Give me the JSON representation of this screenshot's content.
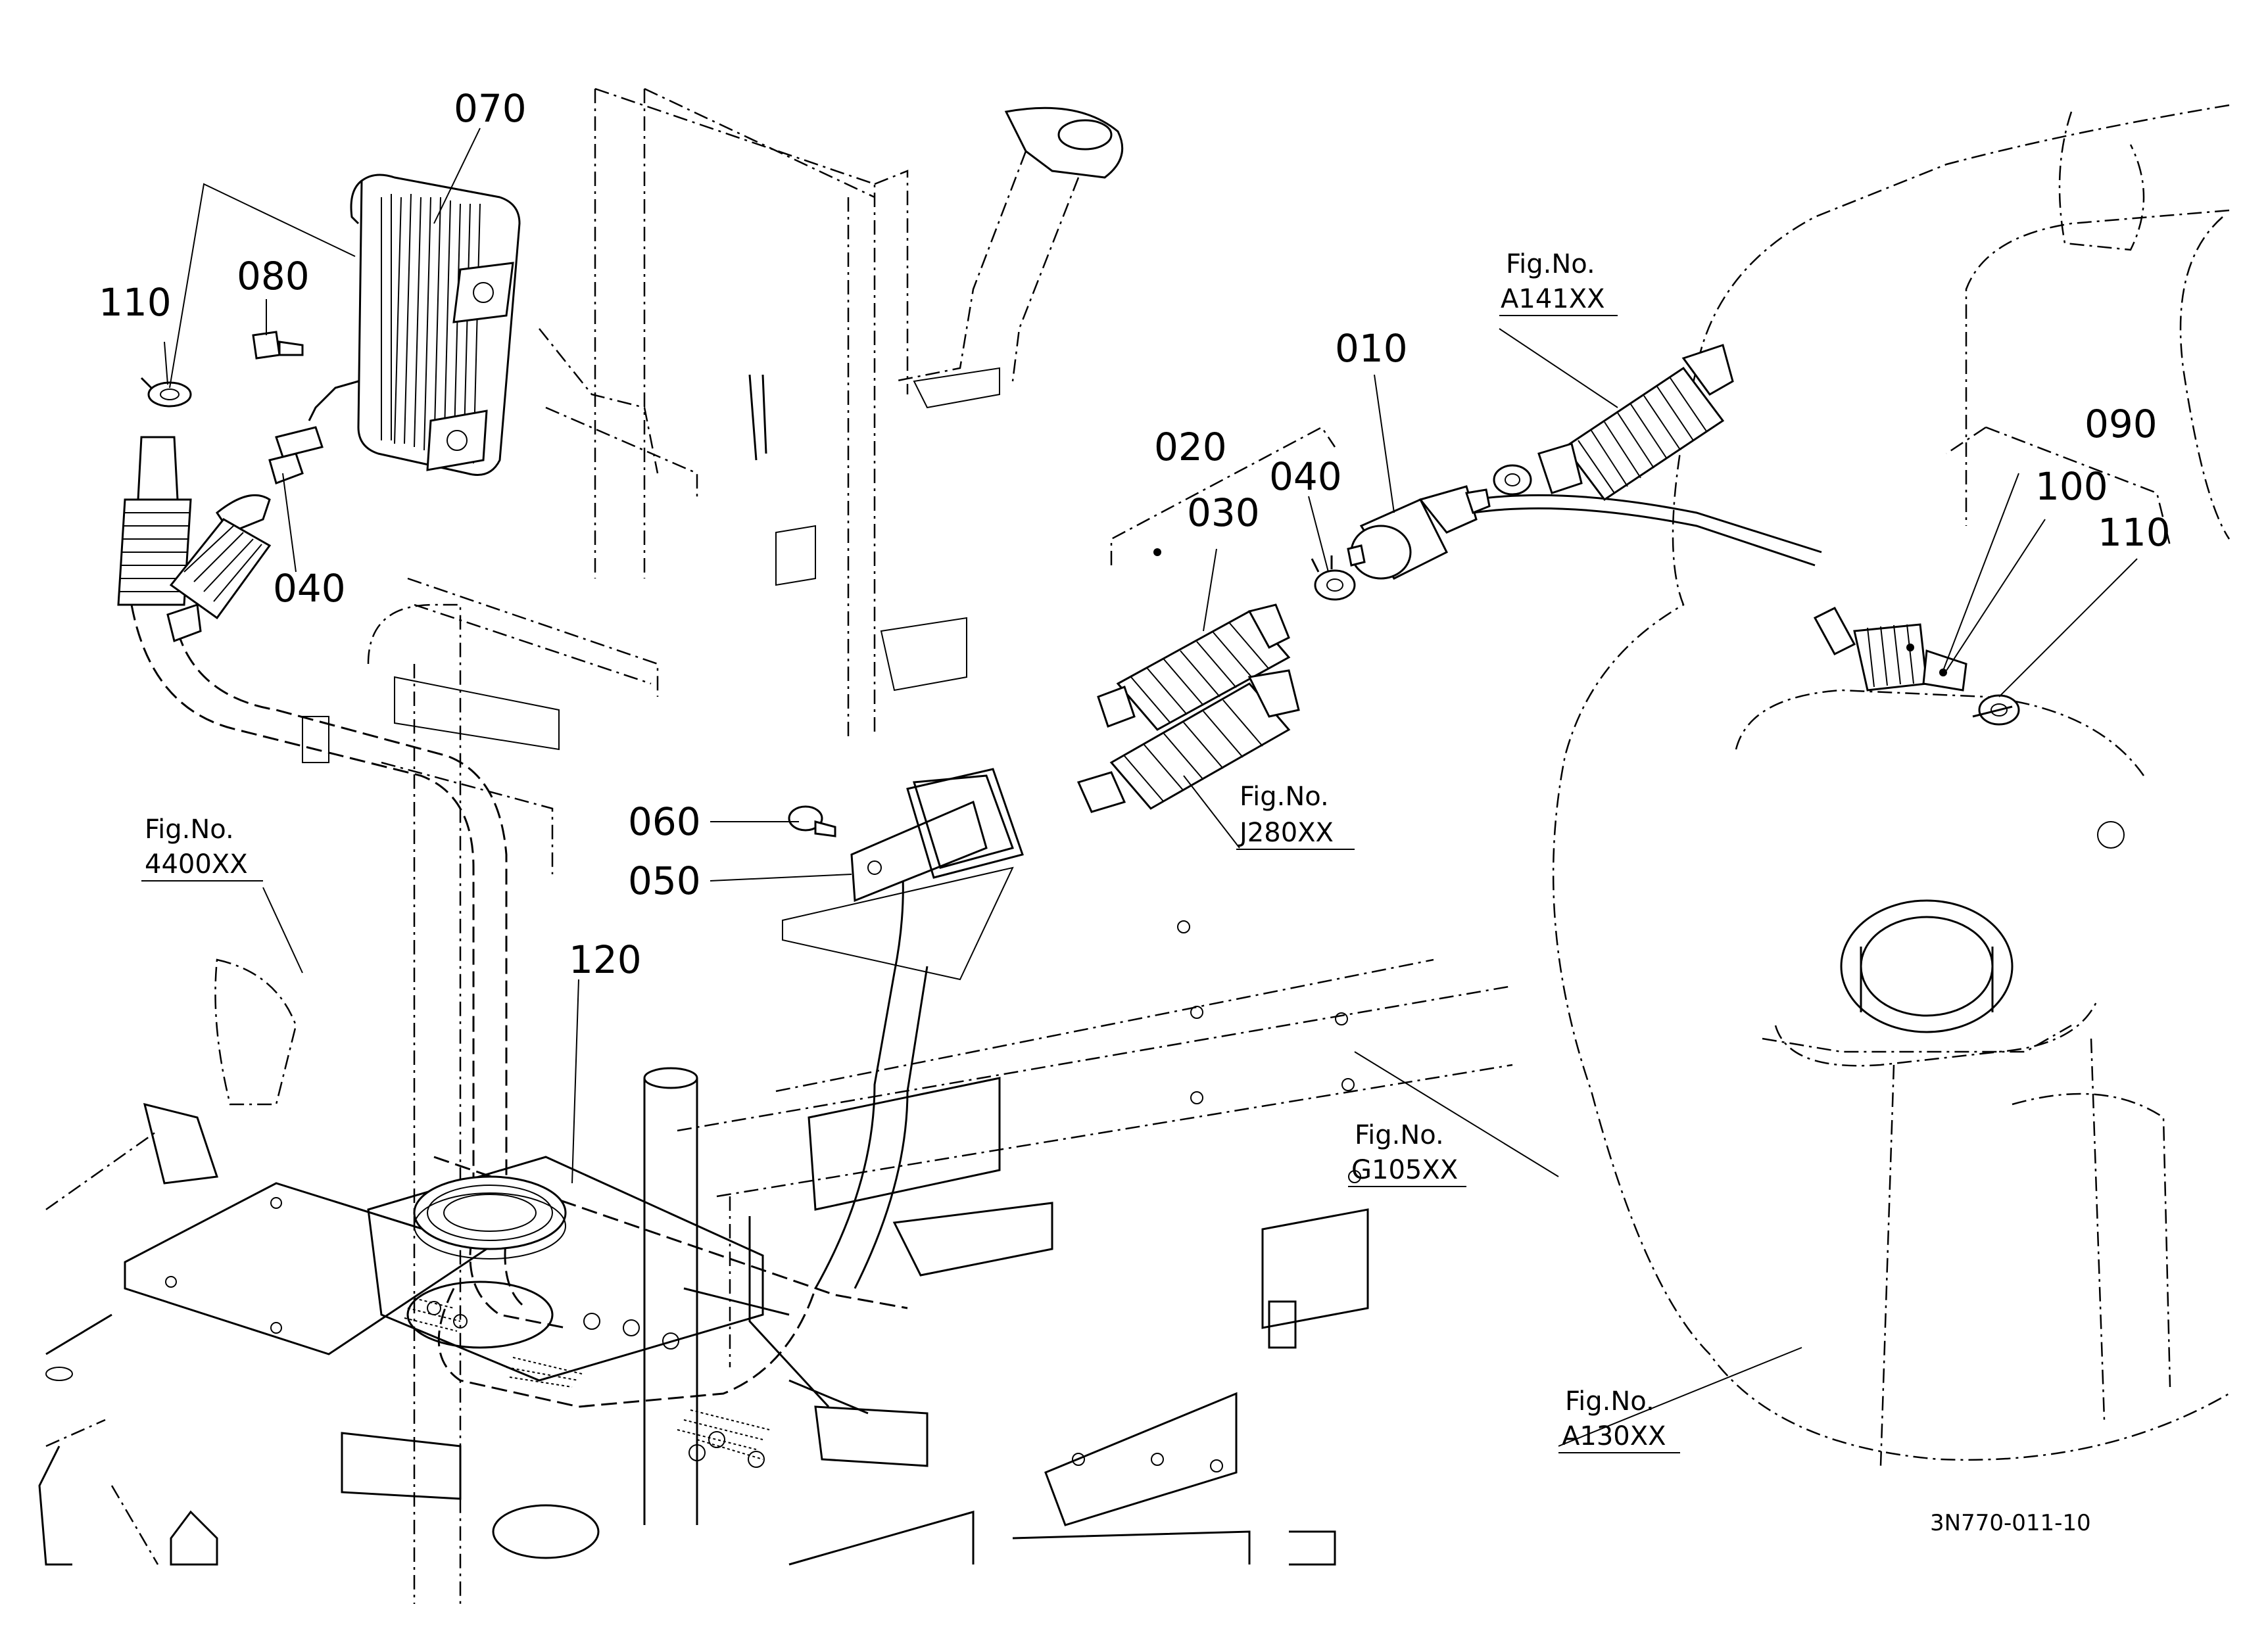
{
  "part_labels": {
    "p070": "070",
    "p080": "080",
    "p110a": "110",
    "p040a": "040",
    "p010": "010",
    "p020": "020",
    "p030": "030",
    "p040b": "040",
    "p060": "060",
    "p050": "050",
    "p120": "120",
    "p090": "090",
    "p100": "100",
    "p110b": "110"
  },
  "figure_refs": {
    "a141_caption": "Fig.No.",
    "a141": "A141XX",
    "j280_caption": "Fig.No.",
    "j280": "J280XX",
    "r4400_caption": "Fig.No.",
    "r4400": "4400XX",
    "g105_caption": "Fig.No.",
    "g105": "G105XX",
    "a130_caption": "Fig.No.",
    "a130": "A130XX"
  },
  "drawing_code": "3N770-011-10",
  "colors": {
    "line": "#000000",
    "background": "#ffffff"
  }
}
